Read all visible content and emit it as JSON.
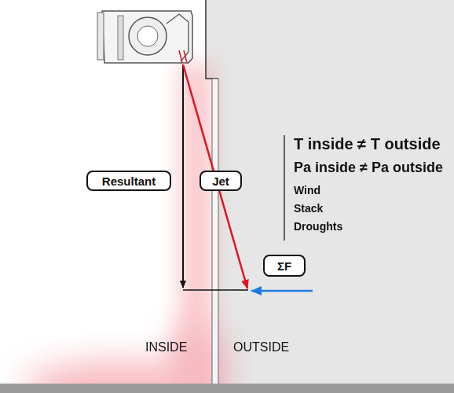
{
  "diagram": {
    "nodes": [
      {
        "text": [
          "Resultant"
        ]
      },
      {
        "text": [
          "Jet"
        ]
      },
      {
        "text": [
          "ΣF"
        ]
      }
    ],
    "labels": [
      "T inside ≠ T outside",
      "Pa inside ≠ Pa outside",
      "Wind",
      "Stack",
      "Droughts",
      "INSIDE",
      "OUTSIDE"
    ]
  }
}
